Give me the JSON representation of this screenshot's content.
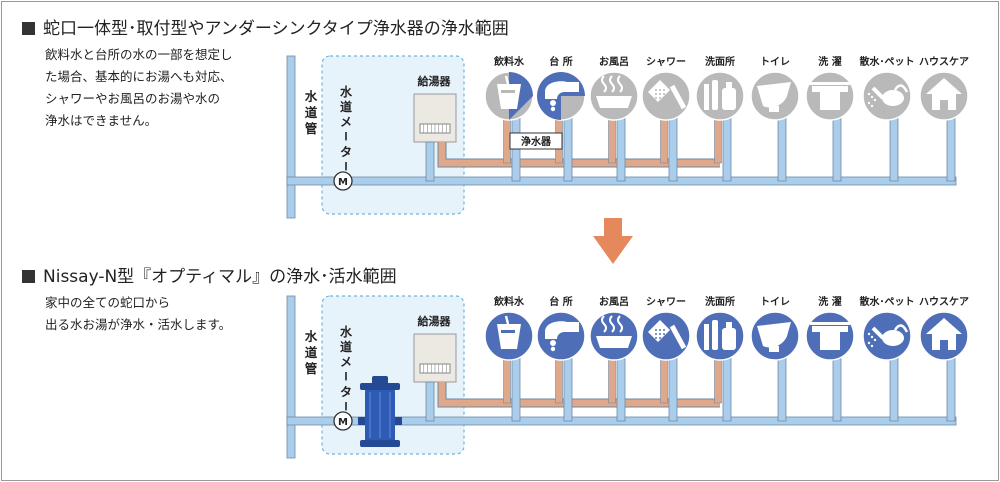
{
  "section1": {
    "title": "蛇口一体型･取付型やアンダーシンクタイプ浄水器の浄水範囲",
    "description": [
      "飲料水と台所の水の一部を想定し",
      "た場合、基本的にお湯へも対応、",
      "シャワーやお風呂のお湯や水の",
      "浄水はできません。"
    ],
    "purifier_label": "浄水器"
  },
  "section2": {
    "title": "Nissay-N型『オプティマル』の浄水･活水範囲",
    "description": [
      "家中の全ての蛇口から",
      "出る水お湯が浄水・活水します。"
    ]
  },
  "labels": {
    "water_main": "水道管",
    "water_meter": "水道メーター",
    "water_heater": "給湯器",
    "meter_symbol": "M"
  },
  "fixtures": [
    {
      "label": "飲料水",
      "icon": "cup-icon"
    },
    {
      "label": "台 所",
      "icon": "faucet-icon"
    },
    {
      "label": "お風呂",
      "icon": "bathtub-icon"
    },
    {
      "label": "シャワー",
      "icon": "shower-icon"
    },
    {
      "label": "洗面所",
      "icon": "toothbrush-icon"
    },
    {
      "label": "トイレ",
      "icon": "toilet-icon"
    },
    {
      "label": "洗 濯",
      "icon": "shirt-icon"
    },
    {
      "label": "散水･ペット",
      "icon": "watering-can-icon"
    },
    {
      "label": "ハウスケア",
      "icon": "house-icon"
    }
  ],
  "colors": {
    "pipe_cold": "#a9cdea",
    "pipe_hot": "#e0a88a",
    "pipe_outline": "#6e8aa6",
    "icon_gray": "#b9b9b9",
    "icon_blue": "#4e6fb7",
    "meter_zone": "#e7f3fb",
    "purifier_body": "#2e5bb3"
  }
}
